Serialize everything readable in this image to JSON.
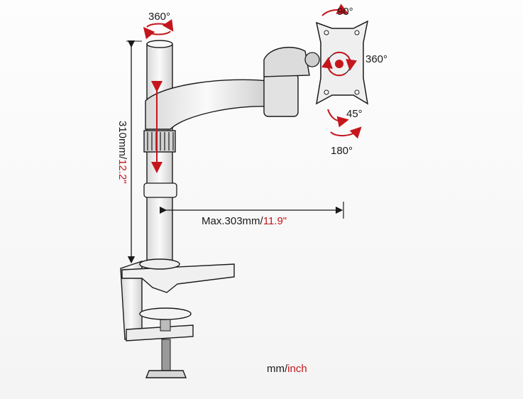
{
  "labels": {
    "pole_rotation": "360°",
    "tilt_top": "90°",
    "vesa_rotation": "360°",
    "tilt_side": "45°",
    "swivel": "180°",
    "height_mm": "310mm/",
    "height_inch": "12.2\"",
    "reach_mm": "Max.303mm/",
    "reach_inch": "11.9\"",
    "units_mm": "mm/",
    "units_inch": "inch"
  },
  "colors": {
    "accent": "#c4161c",
    "line": "#1a1a1a",
    "metal": "#e9e9e9"
  }
}
